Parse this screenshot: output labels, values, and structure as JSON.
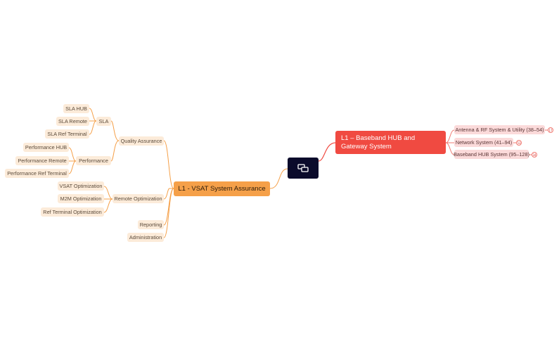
{
  "map": {
    "center": {
      "icon": "linked-pages-icon"
    },
    "left": {
      "label": "L1 - VSAT System Assurance",
      "color": "#f5a049",
      "children": {
        "quality": {
          "label": "Quality Assurance",
          "sla": {
            "label": "SLA",
            "items": [
              "SLA HUB",
              "SLA Remote",
              "SLA Ref Terminal"
            ]
          },
          "performance": {
            "label": "Performance",
            "items": [
              "Performance HUB",
              "Performance Remote",
              "Performance Ref Terminal"
            ]
          }
        },
        "remote": {
          "label": "Remote Optimization",
          "items": [
            "VSAT Optimization",
            "M2M Optimization",
            "Ref Terminal Optimization"
          ]
        },
        "reporting": {
          "label": "Reporting"
        },
        "administration": {
          "label": "Administration"
        }
      }
    },
    "right": {
      "label": "L1 – Baseband HUB and Gateway System",
      "color": "#f04a41",
      "items": [
        {
          "label": "Antenna & RF System & Utility (38–54)",
          "badge": "17"
        },
        {
          "label": "Network System (41–94)",
          "badge": "53"
        },
        {
          "label": "Baseband HUB System (95–128)",
          "badge": "34"
        }
      ]
    }
  }
}
